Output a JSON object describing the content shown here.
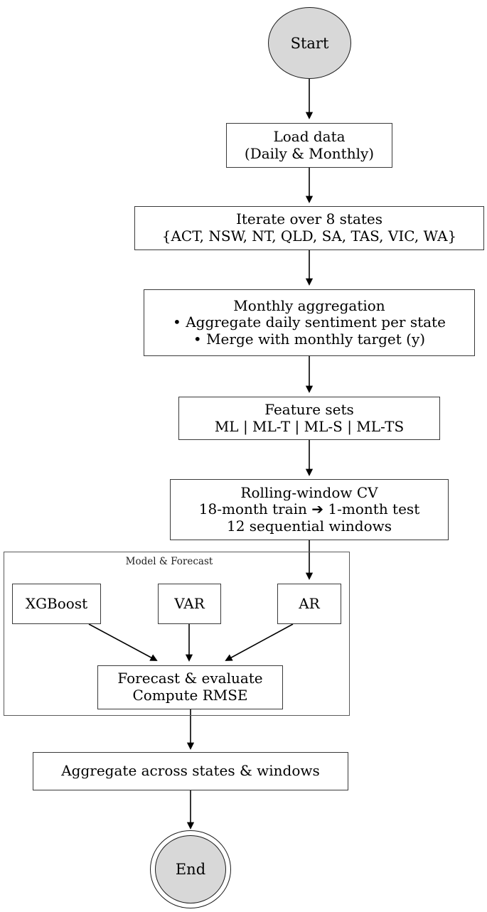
{
  "diagram": {
    "title": "Forecasting pipeline flowchart",
    "background": "#ffffff",
    "node_fill": "#ffffff",
    "terminator_fill": "#d8d8d8",
    "stroke": "#3a3a3a",
    "text_color": "#000000"
  },
  "nodes": {
    "start": {
      "label": "Start"
    },
    "load_data": {
      "line1": "Load data",
      "line2": "(Daily & Monthly)"
    },
    "iterate_states": {
      "line1": "Iterate over 8 states",
      "line2": "{ACT, NSW, NT, QLD, SA, TAS, VIC, WA}",
      "state_count": 8,
      "states": [
        "ACT",
        "NSW",
        "NT",
        "QLD",
        "SA",
        "TAS",
        "VIC",
        "WA"
      ]
    },
    "monthly_aggregation": {
      "line1": "Monthly aggregation",
      "line2": "• Aggregate daily sentiment per state",
      "line3": "• Merge with monthly target (y)"
    },
    "feature_sets": {
      "line1": "Feature sets",
      "line2": "ML  |  ML-T  |  ML-S  |  ML-TS",
      "sets": [
        "ML",
        "ML-T",
        "ML-S",
        "ML-TS"
      ]
    },
    "rolling_cv": {
      "line1": "Rolling-window CV",
      "line2": "18-month train  ➔ 1-month test",
      "line3": "12 sequential windows",
      "train_months": 18,
      "test_months": 1,
      "windows": 12
    },
    "xgboost": {
      "label": "XGBoost"
    },
    "var": {
      "label": "VAR"
    },
    "ar": {
      "label": "AR"
    },
    "forecast_evaluate": {
      "line1": "Forecast & evaluate",
      "line2": "Compute RMSE"
    },
    "aggregate_results": {
      "label": "Aggregate across states & windows"
    },
    "end": {
      "label": "End"
    }
  },
  "cluster": {
    "label": "Model & Forecast"
  }
}
